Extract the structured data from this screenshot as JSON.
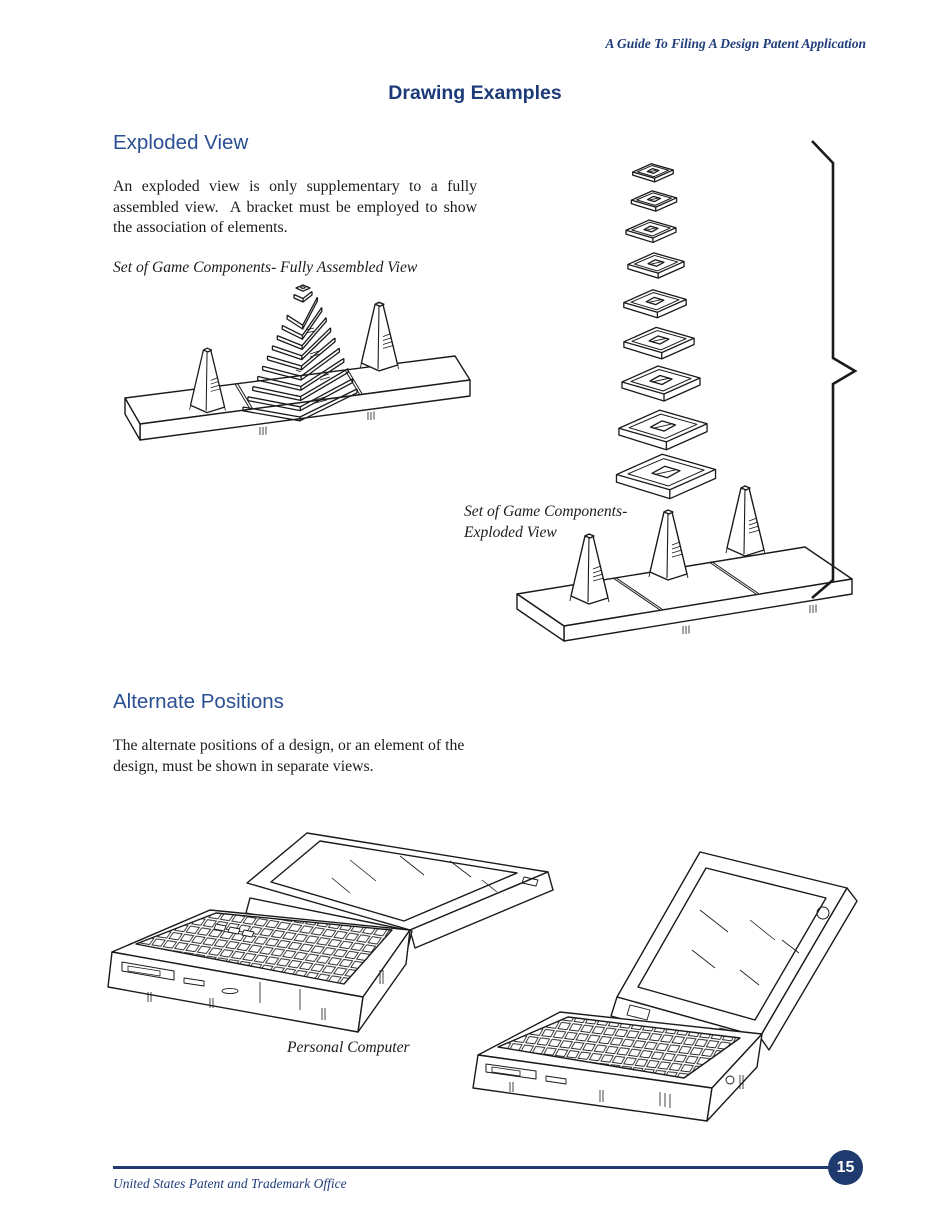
{
  "page": {
    "header": "A Guide To Filing A Design Patent Application",
    "title": "Drawing Examples",
    "footer": "United States Patent and Trademark Office",
    "page_number": "15",
    "colors": {
      "navy": "#1e3a6e",
      "heading_blue": "#2b4f93",
      "title_blue": "#1c3a78",
      "ink": "#1a1a1a"
    }
  },
  "sections": {
    "exploded": {
      "heading": "Exploded View",
      "body": "An exploded view is only supplementary to a fully assembled view.  A bracket must be employed to show the association of elements.",
      "caption_assembled": "Set of Game Components- Fully Assembled View",
      "caption_exploded_line1": "Set of Game Components-",
      "caption_exploded_line2": "Exploded View"
    },
    "alternate": {
      "heading": "Alternate Positions",
      "body": "The alternate positions of a design, or an element of the design, must be shown in separate views.",
      "caption": "Personal Computer"
    }
  }
}
